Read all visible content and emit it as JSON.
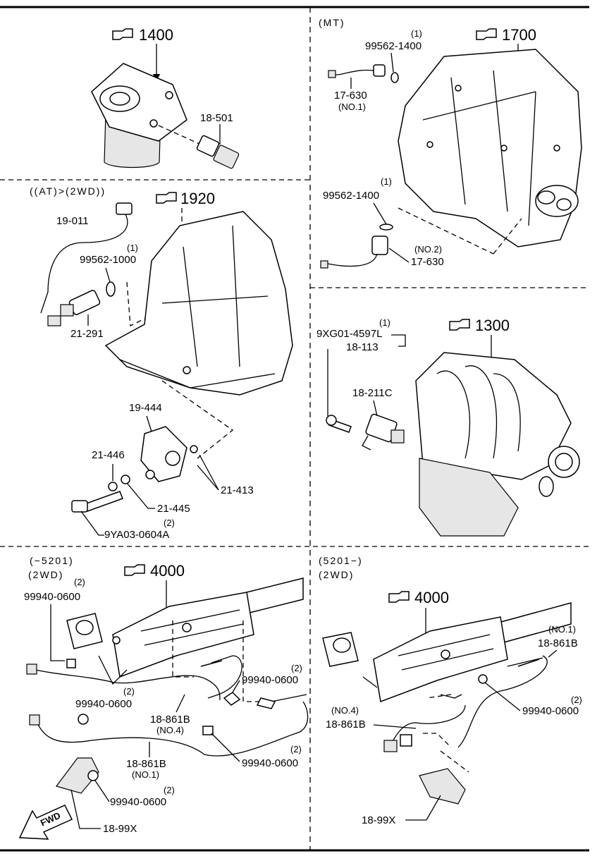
{
  "panels": {
    "p1": {
      "ref": "1400",
      "callouts": [
        "18-501"
      ]
    },
    "p2": {
      "condition": "(MT)",
      "ref": "1700",
      "callouts": [
        {
          "qty": "(1)",
          "part": "99562-1400"
        },
        {
          "part": "17-630",
          "note": "(NO.1)"
        },
        {
          "qty": "(1)",
          "part": "99562-1400"
        },
        {
          "part": "17-630",
          "note": "(NO.2)"
        }
      ]
    },
    "p3": {
      "condition": "((AT)>(2WD))",
      "ref": "1920",
      "callouts": [
        {
          "part": "19-011"
        },
        {
          "qty": "(1)",
          "part": "99562-1000"
        },
        {
          "part": "21-291"
        },
        {
          "part": "19-444"
        },
        {
          "part": "21-446"
        },
        {
          "part": "21-413"
        },
        {
          "part": "21-445"
        },
        {
          "qty": "(2)",
          "part": "9YA03-0604A"
        }
      ]
    },
    "p4": {
      "ref": "1300",
      "callouts": [
        {
          "qty": "(1)",
          "part": "9XG01-4597L"
        },
        {
          "part": "18-113"
        },
        {
          "part": "18-211C"
        }
      ]
    },
    "p5": {
      "condition": "(−5201)",
      "condition2": "(2WD)",
      "ref": "4000",
      "callouts": [
        {
          "qty": "(2)",
          "part": "99940-0600"
        },
        {
          "qty": "(2)",
          "part": "99940-0600"
        },
        {
          "qty": "(2)",
          "part": "99940-0600"
        },
        {
          "part": "18-861B",
          "note": "(NO.4)"
        },
        {
          "qty": "(2)",
          "part": "99940-0600"
        },
        {
          "part": "18-861B",
          "note": "(NO.1)"
        },
        {
          "qty": "(2)",
          "part": "99940-0600"
        },
        {
          "part": "18-99X"
        }
      ],
      "fwd": "FWD"
    },
    "p6": {
      "condition": "(5201−)",
      "condition2": "(2WD)",
      "ref": "4000",
      "callouts": [
        {
          "part": "(NO.1)"
        },
        {
          "part": "18-861B"
        },
        {
          "qty": "(2)",
          "part": "99940-0600"
        },
        {
          "part": "(NO.4)"
        },
        {
          "part": "18-861B"
        },
        {
          "part": "18-99X"
        }
      ]
    }
  },
  "icons": {
    "reference": "pointing-hand-icon"
  }
}
